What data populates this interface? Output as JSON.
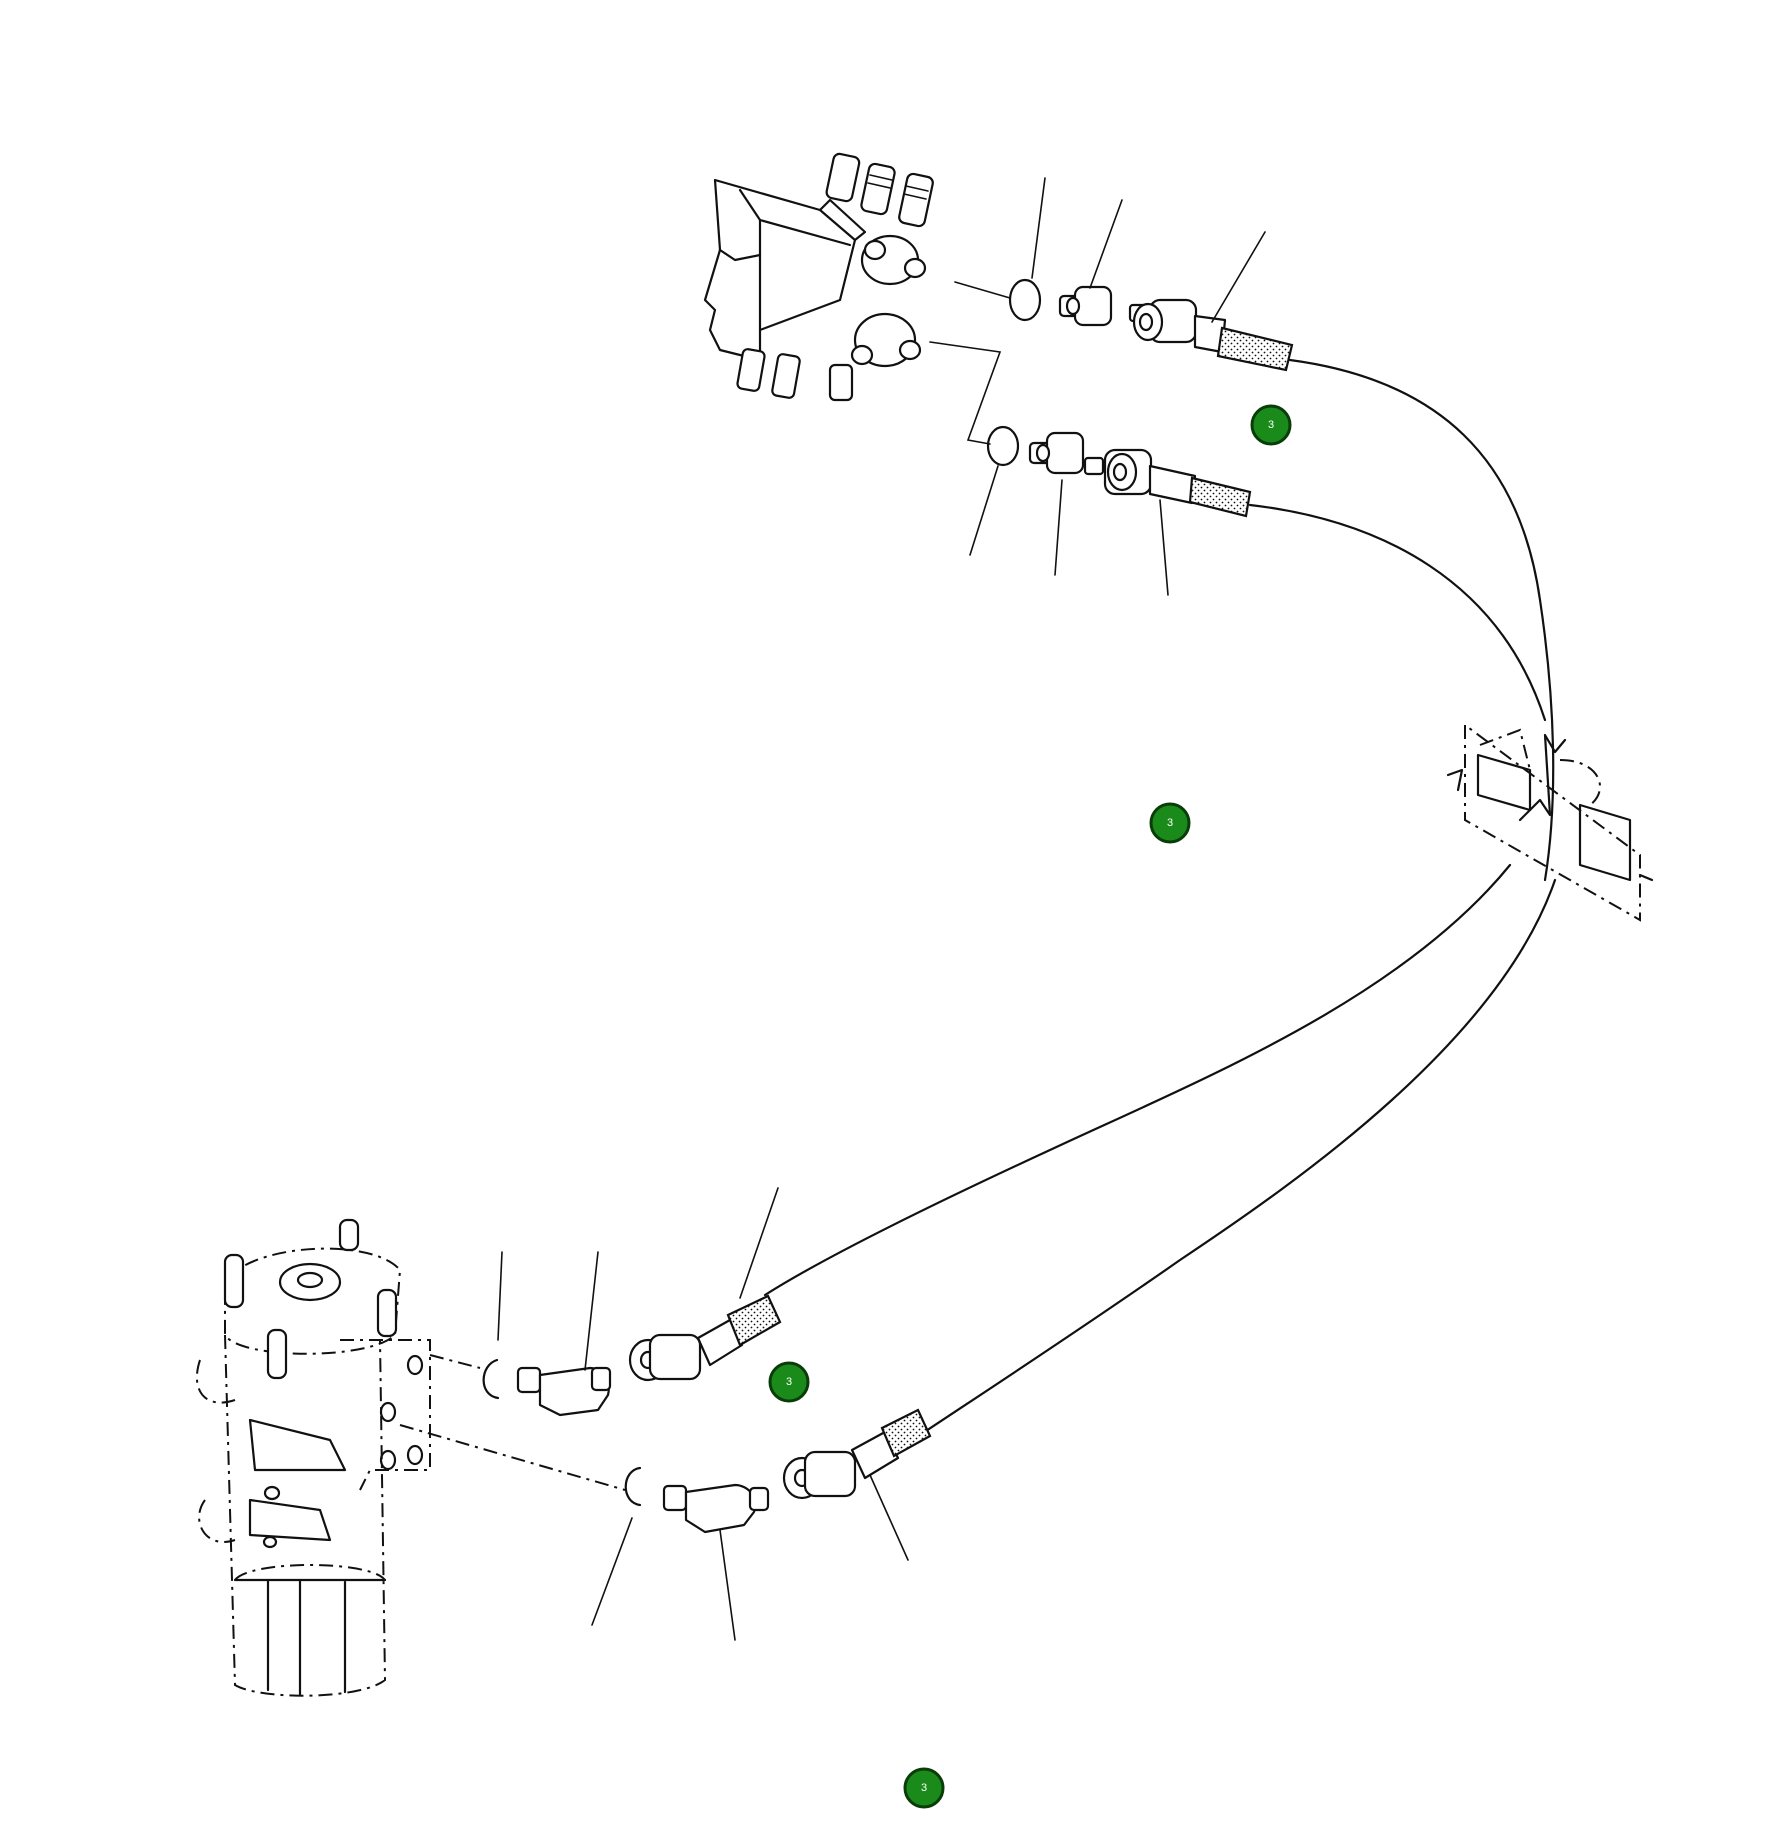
{
  "markers": [
    {
      "id": "hotspot-1",
      "label": "3"
    },
    {
      "id": "hotspot-2",
      "label": "3"
    },
    {
      "id": "hotspot-3",
      "label": "3"
    },
    {
      "id": "hotspot-4",
      "label": "3"
    }
  ],
  "colors": {
    "marker_fill": "#1a8a1a",
    "line": "#111111",
    "background": "#ffffff"
  }
}
